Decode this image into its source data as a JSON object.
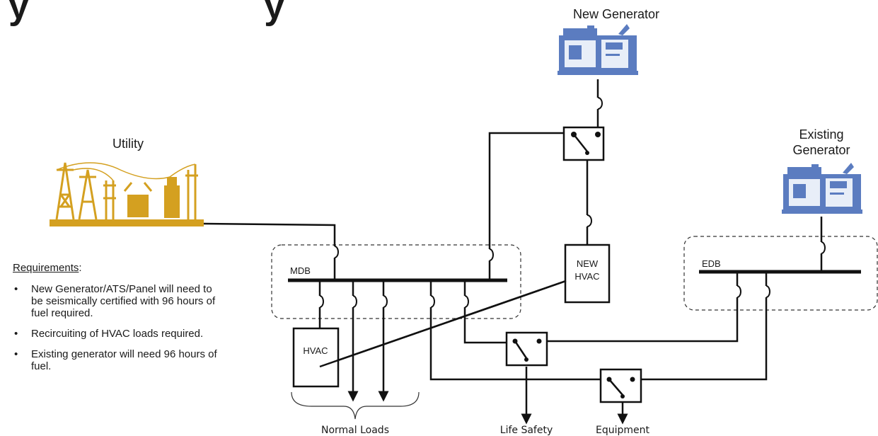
{
  "title_partial": "y                       y",
  "components": {
    "new_generator": {
      "label": "New Generator",
      "icon": "generator-icon"
    },
    "existing_generator": {
      "label_line1": "Existing",
      "label_line2": "Generator",
      "icon": "generator-icon"
    },
    "utility": {
      "label": "Utility",
      "icon": "substation-icon"
    },
    "mdb": {
      "label": "MDB"
    },
    "edb": {
      "label": "EDB"
    },
    "new_hvac": {
      "label_line1": "NEW",
      "label_line2": "HVAC"
    },
    "hvac": {
      "label": "HVAC"
    }
  },
  "outputs": {
    "normal_loads": "Normal Loads",
    "life_safety": "Life Safety",
    "equipment": "Equipment"
  },
  "requirements": {
    "title": "Requirements",
    "items": [
      "New Generator/ATS/Panel will need to be seismically certified with 96 hours of fuel required.",
      "Recircuiting of HVAC loads required.",
      "Existing generator will need 96 hours of fuel."
    ]
  },
  "colors": {
    "generator": "#5b7cc0",
    "utility": "#d4a020",
    "line": "#111111"
  }
}
